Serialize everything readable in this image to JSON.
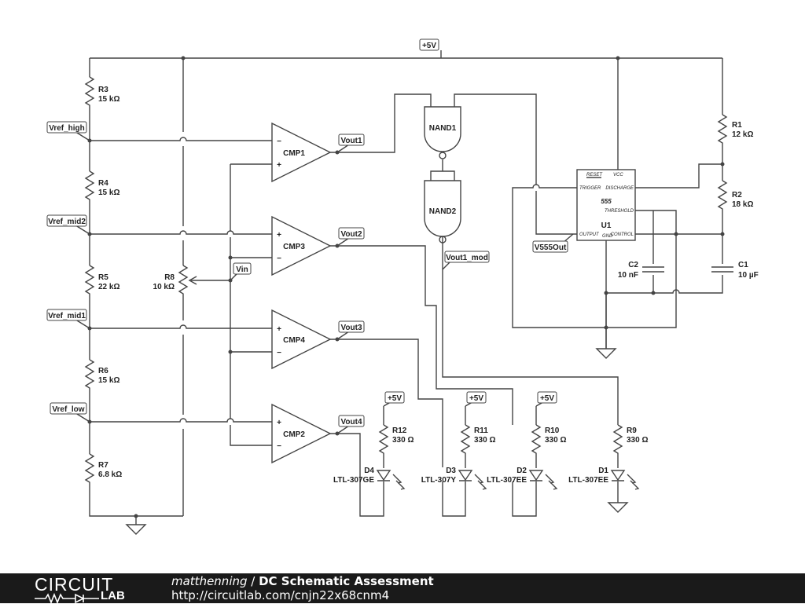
{
  "footer": {
    "logo_top": "CIRCUIT",
    "logo_bottom": "LAB",
    "author": "matthenning",
    "separator": " / ",
    "title": "DC Schematic Assessment",
    "url": "http://circuitlab.com/cnjn22x68cnm4"
  },
  "nets": {
    "vcc": "+5V",
    "vref_high": "Vref_high",
    "vref_mid2": "Vref_mid2",
    "vref_mid1": "Vref_mid1",
    "vref_low": "Vref_low",
    "vin": "Vin",
    "vout1": "Vout1",
    "vout2": "Vout2",
    "vout3": "Vout3",
    "vout4": "Vout4",
    "vout1_mod": "Vout1_mod",
    "v555out": "V555Out"
  },
  "resistors": [
    {
      "ref": "R3",
      "value": "15 kΩ"
    },
    {
      "ref": "R4",
      "value": "15 kΩ"
    },
    {
      "ref": "R5",
      "value": "22 kΩ"
    },
    {
      "ref": "R6",
      "value": "15 kΩ"
    },
    {
      "ref": "R7",
      "value": "6.8 kΩ"
    },
    {
      "ref": "R8",
      "value": "10 kΩ"
    },
    {
      "ref": "R1",
      "value": "12 kΩ"
    },
    {
      "ref": "R2",
      "value": "18 kΩ"
    },
    {
      "ref": "R12",
      "value": "330 Ω"
    },
    {
      "ref": "R11",
      "value": "330 Ω"
    },
    {
      "ref": "R10",
      "value": "330 Ω"
    },
    {
      "ref": "R9",
      "value": "330 Ω"
    }
  ],
  "comparators": [
    "CMP1",
    "CMP3",
    "CMP4",
    "CMP2"
  ],
  "gates": [
    "NAND1",
    "NAND2"
  ],
  "pins": {
    "plus": "+",
    "minus": "−"
  },
  "timer": {
    "ref": "U1",
    "type": "555",
    "pin_reset": "RESET",
    "pin_vcc": "VCC",
    "pin_trigger": "TRIGGER",
    "pin_discharge": "DISCHARGE",
    "pin_threshold": "THRESHOLD",
    "pin_output": "OUTPUT",
    "pin_gnd": "GND",
    "pin_control": "CONTROL"
  },
  "capacitors": [
    {
      "ref": "C2",
      "value": "10 nF"
    },
    {
      "ref": "C1",
      "value": "10 µF"
    }
  ],
  "leds": [
    {
      "ref": "D4",
      "part": "LTL-307GE"
    },
    {
      "ref": "D3",
      "part": "LTL-307Y"
    },
    {
      "ref": "D2",
      "part": "LTL-307EE"
    },
    {
      "ref": "D1",
      "part": "LTL-307EE"
    }
  ]
}
